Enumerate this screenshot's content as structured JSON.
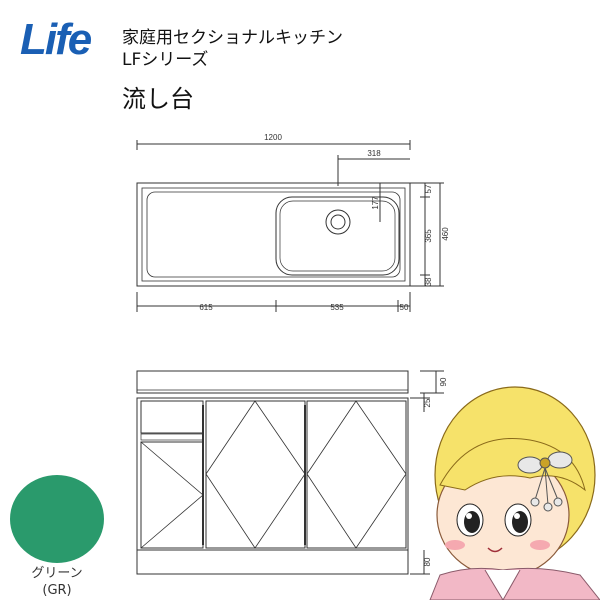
{
  "brand": {
    "logo_text": "Life"
  },
  "header": {
    "title": "家庭用セクショナルキッチン",
    "series": "LFシリーズ",
    "product": "流し台"
  },
  "top_view_dims": {
    "width": "1200",
    "offset": "318",
    "left": "615",
    "middle": "535",
    "right": "50",
    "d_57": "57",
    "d_177": "177",
    "d_365": "365",
    "d_38": "38",
    "depth": "460"
  },
  "front_view_dims": {
    "d_90": "90",
    "d_25": "25",
    "d_80": "80"
  },
  "color": {
    "name": "グリーン",
    "code": "(GR)",
    "hex": "#2a9a6c"
  },
  "mascot": {
    "icon": "mascot-girl-illustration"
  }
}
